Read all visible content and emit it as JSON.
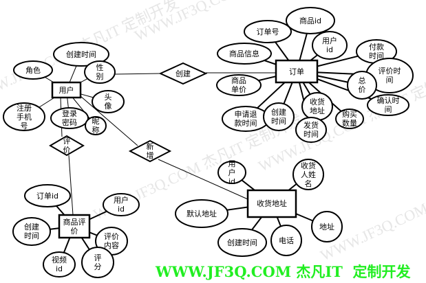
{
  "watermark": "WWW.JF3Q.COM 杰凡IT 定制开发",
  "brand_text": "WWW.JF3Q.COM 杰凡IT  定制开发",
  "colors": {
    "brand": "#22ee22",
    "line": "#000000",
    "watermark": "#e6e6e6"
  },
  "entities": {
    "user": "用户",
    "order": "订单",
    "address": "收货地址",
    "review": "商品评价"
  },
  "relationships": {
    "create": "创建",
    "review": "评价",
    "add": "新增"
  },
  "attributes": {
    "user": [
      "角色",
      "创建时间",
      "性别",
      "头像",
      "注册手机号",
      "登录密码",
      "昵称"
    ],
    "order": [
      "商品id",
      "订单号",
      "用户id",
      "商品信息",
      "付款时间",
      "评价时间",
      "总价",
      "确认时间",
      "商品单价",
      "申请退款时间",
      "创建时间",
      "收货地址",
      "发货时间",
      "购买数量"
    ],
    "address": [
      "用户id",
      "收货人姓名",
      "默认地址",
      "地址",
      "创建时间",
      "电话"
    ],
    "review": [
      "订单id",
      "用户id",
      "创建时间",
      "评价内容",
      "视频id",
      "评分"
    ]
  }
}
